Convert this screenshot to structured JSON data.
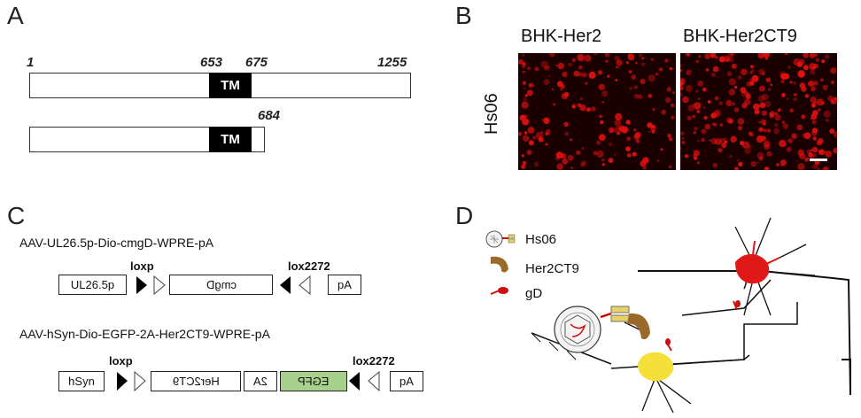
{
  "panelA": {
    "label": "A",
    "bar1": {
      "start": "1",
      "tm_start": "653",
      "tm_end": "675",
      "end": "1255",
      "tm_label": "TM"
    },
    "bar2": {
      "end": "684",
      "tm_label": "TM"
    }
  },
  "panelB": {
    "label": "B",
    "col1": "BHK-Her2",
    "col2": "BHK-Her2CT9",
    "row": "Hs06",
    "image_color": "#e01010"
  },
  "panelC": {
    "label": "C",
    "construct1": {
      "title": "AAV-UL26.5p-Dio-cmgD-WPRE-pA",
      "loxp": "loxp",
      "lox2272": "lox2272",
      "promoter": "UL26.5p",
      "gene": "cmgD",
      "pa": "pA"
    },
    "construct2": {
      "title": "AAV-hSyn-Dio-EGFP-2A-Her2CT9-WPRE-pA",
      "loxp": "loxp",
      "lox2272": "lox2272",
      "promoter": "hSyn",
      "gene1": "Her2CT9",
      "gene2": "2A",
      "gene3": "EGFP",
      "pa": "pA",
      "egfp_color": "#a8d08d"
    }
  },
  "panelD": {
    "label": "D",
    "legend": [
      "Hs06",
      "Her2CT9",
      "gD"
    ],
    "neuron1_color": "#e01818",
    "neuron2_color": "#f5e03a",
    "her2ct9_color": "#9a6a2a",
    "gd_color": "#cc1010"
  }
}
